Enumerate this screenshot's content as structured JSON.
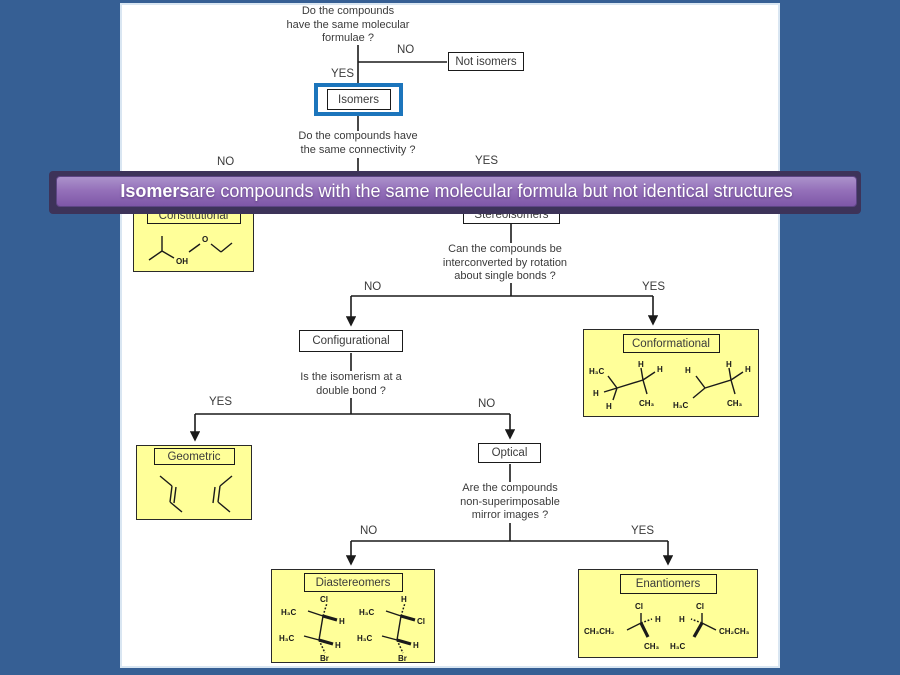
{
  "banner": {
    "highlight": "Isomers",
    "rest": " are compounds with the same molecular formula but not identical structures"
  },
  "flow": {
    "yes": "YES",
    "no": "NO",
    "q1": "Do the compounds\nhave the same molecular\nformulae ?",
    "q2": "Do the compounds have\nthe same connectivity ?",
    "q3": "Can the compounds be\ninterconverted by rotation\nabout single bonds ?",
    "q4": "Is the isomerism at a\ndouble bond ?",
    "q5": "Are the compounds\nnon-superimposable\nmirror images ?",
    "not_isomers": "Not isomers",
    "isomers": "Isomers",
    "constitutional": "Constitutional",
    "stereoisomers": "Stereoisomers",
    "configurational": "Configurational",
    "conformational": "Conformational",
    "geometric": "Geometric",
    "optical": "Optical",
    "diastereomers": "Diastereomers",
    "enantiomers": "Enantiomers"
  },
  "atoms": {
    "constitutional": {
      "oh": "OH",
      "o": "O"
    },
    "conf_left": {
      "a": "H₃C",
      "b": "H",
      "c": "H",
      "d": "H",
      "e": "H",
      "f": "CH₃"
    },
    "conf_right": {
      "a": "H",
      "b": "H",
      "c": "H",
      "d": "H₃C",
      "e": "CH₃"
    },
    "dia_left": {
      "a": "H₃C",
      "b": "Cl",
      "c": "H",
      "d": "H₃C",
      "e": "H",
      "f": "Br"
    },
    "dia_right": {
      "a": "H₃C",
      "b": "H",
      "c": "Cl",
      "d": "H₃C",
      "e": "H",
      "f": "Br"
    },
    "en_left": {
      "a": "Cl",
      "b": "CH₃CH₂",
      "c": "H",
      "d": "CH₃"
    },
    "en_right": {
      "a": "Cl",
      "b": "H",
      "c": "H₃C",
      "d": "CH₂CH₃"
    }
  },
  "colors": {
    "background": "#365f94",
    "node_yellow": "#ffff99",
    "highlight_blue": "#1c75bc",
    "banner_purple": "#7e57a7",
    "banner_shadow": "#3d3359"
  }
}
